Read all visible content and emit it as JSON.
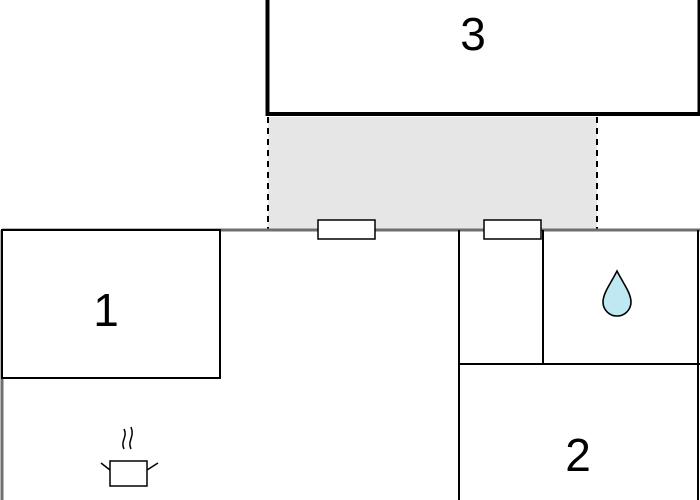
{
  "floorplan": {
    "rooms": [
      {
        "id": "room-1",
        "label": "1"
      },
      {
        "id": "room-2",
        "label": "2"
      },
      {
        "id": "room-3",
        "label": "3"
      }
    ],
    "icons": {
      "bathroom": "water-drop-icon",
      "kitchen": "cooking-pot-icon"
    },
    "colors": {
      "wall": "#000000",
      "outer_wall": "#6f6f6f",
      "terrace": "#e6e6e6",
      "water_drop": "#bfe9f2",
      "background": "#ffffff"
    }
  }
}
